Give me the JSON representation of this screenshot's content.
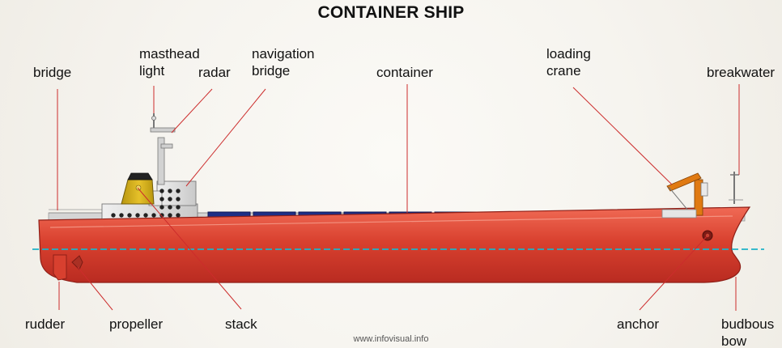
{
  "title": "CONTAINER SHIP",
  "credit": "www.infovisual.info",
  "colors": {
    "hull": "#d8402f",
    "line": "#cc2c2c",
    "container": "#1d2f86",
    "waterline": "#1fb3c8",
    "crane": "#e07a12",
    "stack": "#d9b21b"
  },
  "labels": {
    "masthead_light": "masthead\nlight",
    "radar": "radar",
    "navigation_bridge": "navigation\nbridge",
    "bridge": "bridge",
    "container": "container",
    "loading_crane": "loading\ncrane",
    "breakwater": "breakwater",
    "rudder": "rudder",
    "propeller": "propeller",
    "stack": "stack",
    "anchor": "anchor",
    "budbous_bow": "budbous\nbow"
  }
}
